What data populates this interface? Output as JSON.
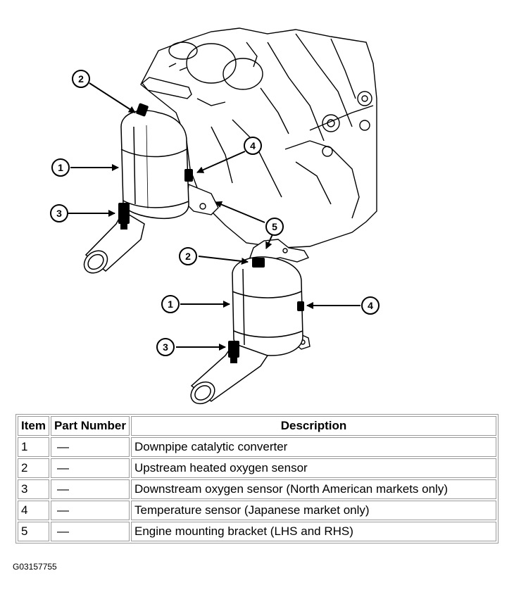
{
  "callouts": {
    "upper": [
      "2",
      "1",
      "3",
      "4",
      "5"
    ],
    "lower": [
      "2",
      "1",
      "3",
      "4"
    ]
  },
  "table": {
    "headers": [
      "Item",
      "Part Number",
      "Description"
    ],
    "rows": [
      {
        "item": "1",
        "part": "—",
        "description": "Downpipe catalytic converter"
      },
      {
        "item": "2",
        "part": "—",
        "description": "Upstream heated oxygen sensor"
      },
      {
        "item": "3",
        "part": "—",
        "description": "Downstream oxygen sensor (North American markets only)"
      },
      {
        "item": "4",
        "part": "—",
        "description": "Temperature sensor (Japanese market only)"
      },
      {
        "item": "5",
        "part": "—",
        "description": "Engine mounting bracket (LHS and RHS)"
      }
    ]
  },
  "figure_id": "G03157755"
}
